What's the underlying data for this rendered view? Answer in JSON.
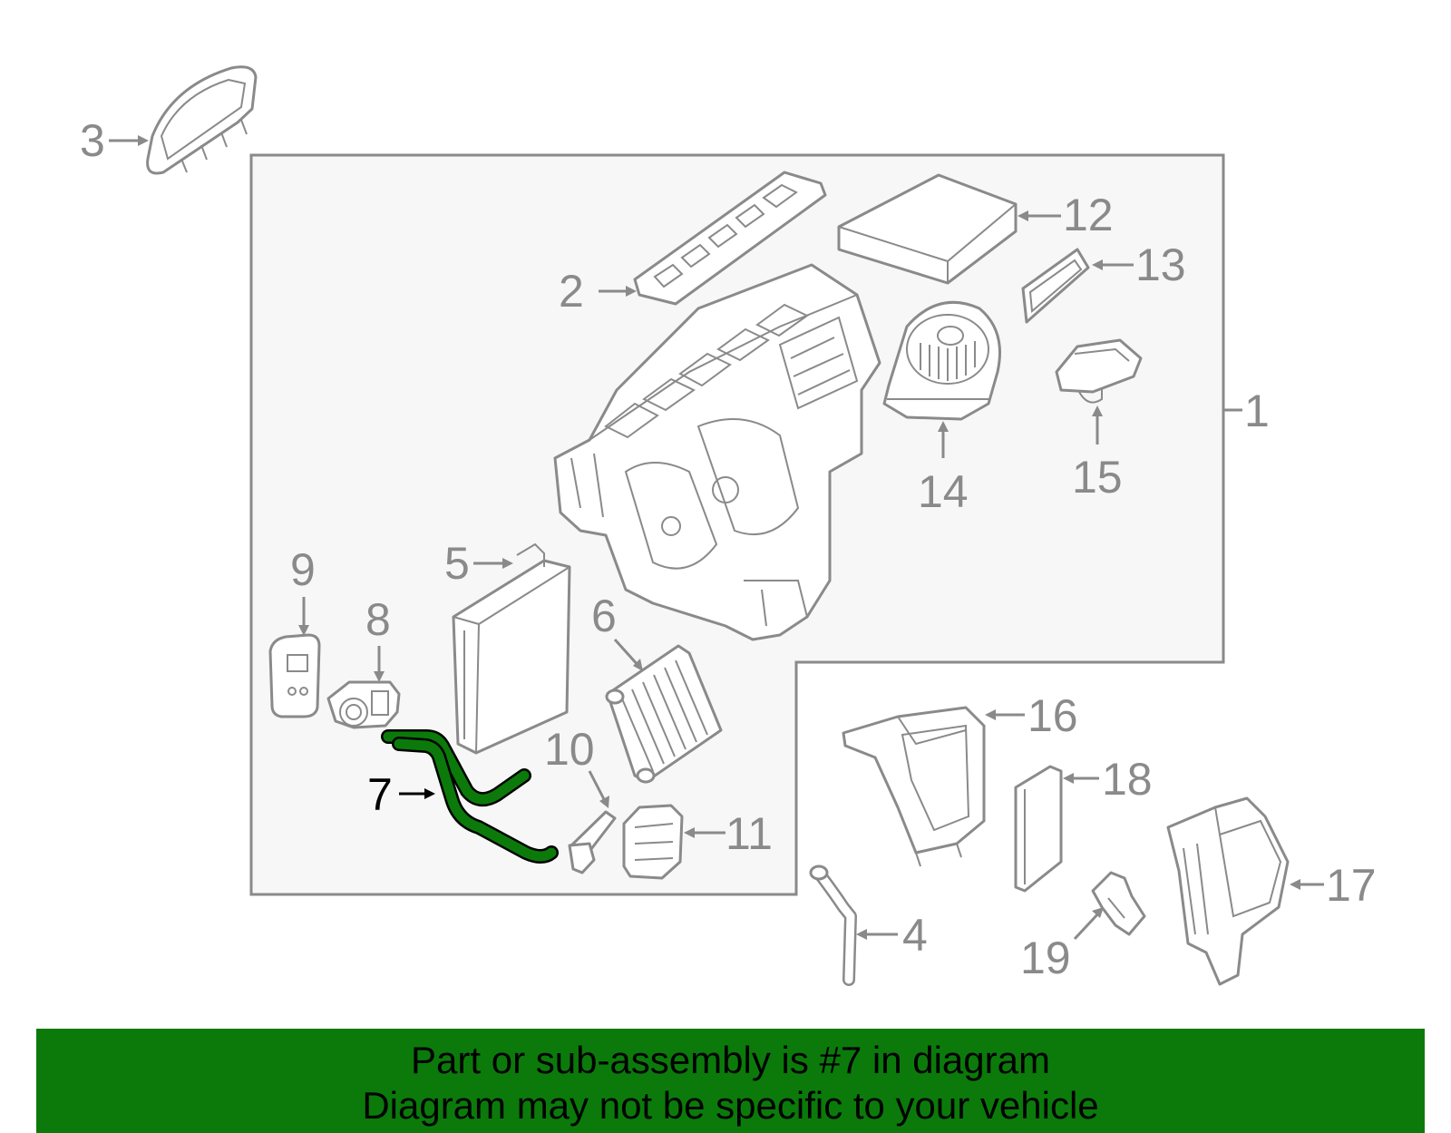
{
  "colors": {
    "line_art": "#8a8a8a",
    "panel_background": "#f7f7f7",
    "highlight_part": "#0b7a0b",
    "banner_background": "#0b7a0b",
    "text_dark": "#000000"
  },
  "callouts": {
    "c1": "1",
    "c2": "2",
    "c3": "3",
    "c4": "4",
    "c5": "5",
    "c6": "6",
    "c7": "7",
    "c8": "8",
    "c9": "9",
    "c10": "10",
    "c11": "11",
    "c12": "12",
    "c13": "13",
    "c14": "14",
    "c15": "15",
    "c16": "16",
    "c17": "17",
    "c18": "18",
    "c19": "19"
  },
  "highlighted_part": "7",
  "banner": {
    "line1": "Part or sub-assembly is #7 in diagram",
    "line2": "Diagram may not be specific to your vehicle"
  }
}
